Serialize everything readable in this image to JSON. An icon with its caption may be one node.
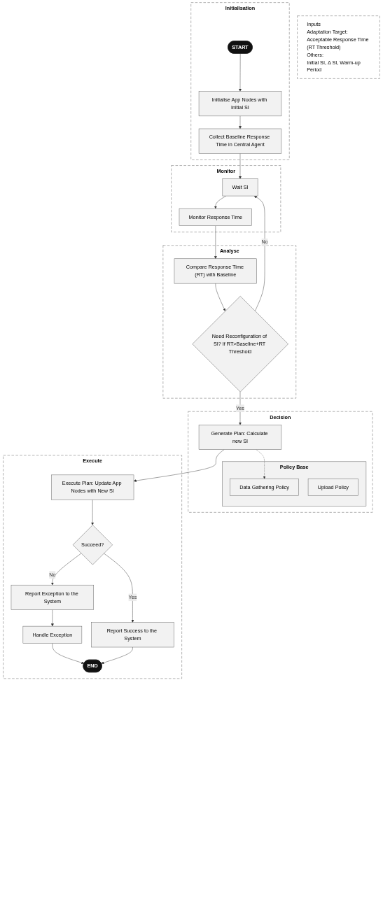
{
  "diagram": {
    "nodes": [
      {
        "text": [
          "Inputs",
          "Adaptation Target:",
          "Acceptable Response Time (RT Threshold)",
          "Others:",
          "Initial SI, Δ SI, Warm-up Period"
        ]
      },
      {
        "text": [
          "Initialisation"
        ]
      },
      {
        "text": [
          "START"
        ],
        "in": 1
      },
      {
        "text": [
          "Initialise App Nodes with Initial SI"
        ],
        "in": 1
      },
      {
        "text": [
          "Collect Baseline Response Time in Central Agent"
        ],
        "in": 1
      },
      {
        "text": [
          "Monitor"
        ]
      },
      {
        "text": [
          "Wait SI"
        ],
        "in": 5
      },
      {
        "text": [
          "Monitor Response Time"
        ],
        "in": 5
      },
      {
        "text": [
          "Analyse"
        ]
      },
      {
        "text": [
          "Compare Response Time (RT) with Baseline"
        ],
        "in": 8
      },
      {
        "text": [
          "Need Reconfiguration of SI? If RT>Baseline+RT Threshold"
        ],
        "in": 8
      },
      {
        "text": [
          "Decision"
        ]
      },
      {
        "text": [
          "Generate Plan: Calculate new SI"
        ],
        "in": 11
      },
      {
        "text": [
          "Policy Base"
        ],
        "in": 11
      },
      {
        "text": [
          "Data Gathering Policy"
        ],
        "in": 13
      },
      {
        "text": [
          "Upload Policy"
        ],
        "in": 13
      },
      {
        "text": [
          "Execute"
        ]
      },
      {
        "text": [
          "Execute Plan: Update App Nodes with New SI"
        ],
        "in": 16
      },
      {
        "text": [
          "Succeed?"
        ],
        "in": 16
      },
      {
        "text": [
          "Report Exception to the System"
        ],
        "in": 16
      },
      {
        "text": [
          "Handle Exception"
        ],
        "in": 16
      },
      {
        "text": [
          "Report Success to the System"
        ],
        "in": 16
      },
      {
        "text": [
          "END"
        ],
        "in": 16
      }
    ],
    "edges": [
      {
        "from": 2,
        "to": 3,
        "arrow": "to"
      },
      {
        "from": 3,
        "to": 4,
        "arrow": "to"
      },
      {
        "from": 4,
        "to": 6,
        "arrow": "to"
      },
      {
        "from": 6,
        "to": 7,
        "arrow": "to"
      },
      {
        "from": 7,
        "to": 9,
        "arrow": "to"
      },
      {
        "from": 9,
        "to": 10,
        "arrow": "to"
      },
      {
        "from": 10,
        "to": 6,
        "arrow": "to",
        "label": "No"
      },
      {
        "from": 10,
        "to": 12,
        "arrow": "to",
        "label": "Yes"
      },
      {
        "from": 12,
        "to": 14,
        "arrow": "to",
        "style": "dashed"
      },
      {
        "from": 12,
        "to": 17,
        "arrow": "to"
      },
      {
        "from": 17,
        "to": 18,
        "arrow": "to"
      },
      {
        "from": 18,
        "to": 19,
        "arrow": "to",
        "label": "No"
      },
      {
        "from": 18,
        "to": 21,
        "arrow": "to",
        "label": "Yes"
      },
      {
        "from": 19,
        "to": 20,
        "arrow": "to"
      },
      {
        "from": 20,
        "to": 22,
        "arrow": "to"
      },
      {
        "from": 21,
        "to": 22,
        "arrow": "to"
      }
    ]
  }
}
